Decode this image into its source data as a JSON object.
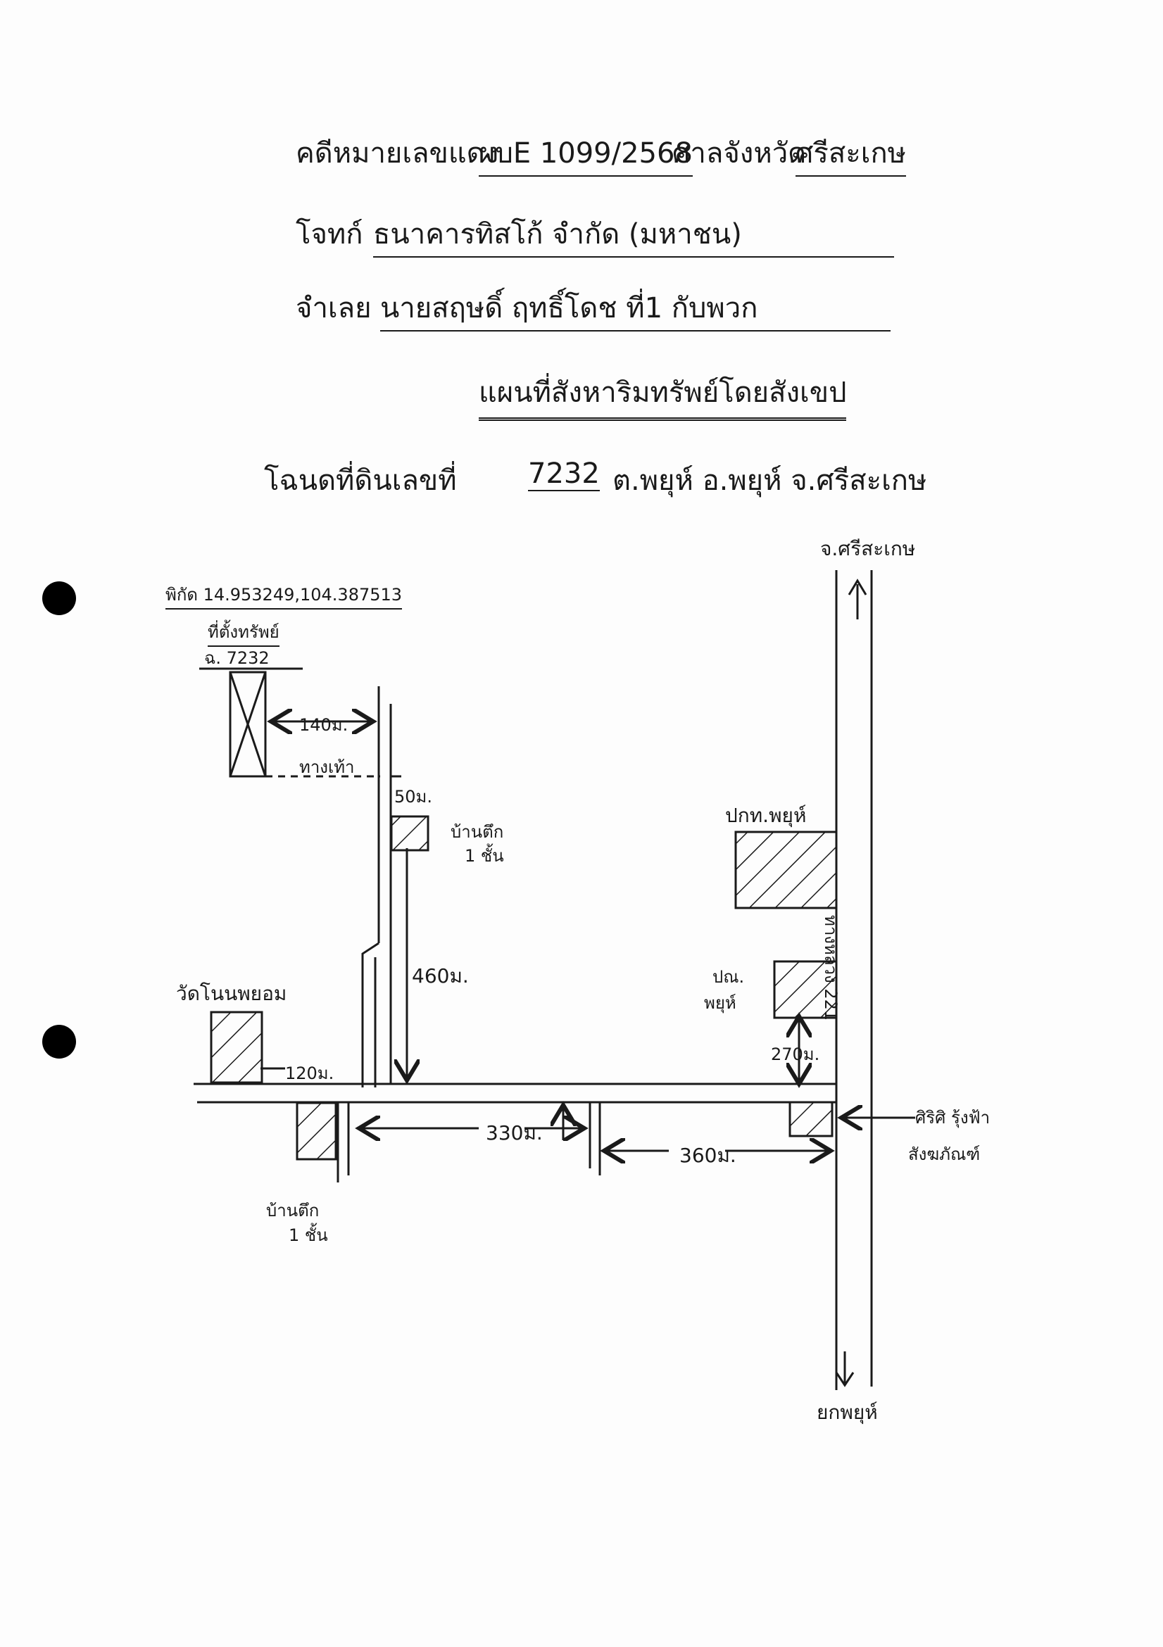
{
  "header": {
    "case_label": "คดีหมายเลขแดง",
    "case_no": "ผบE 1099/2568",
    "court_label": "ศาลจังหวัด",
    "court_name": "ศรีสะเกษ",
    "plaintiff_label": "โจทก์",
    "plaintiff": "ธนาคารทิสโก้ จำกัด (มหาชน)",
    "defendant_label": "จำเลย",
    "defendant": "นายสฤษดิ์ ฤทธิ์โดช ที่1 กับพวก",
    "map_title": "แผนที่สังหาริมทรัพย์โดยสังเขป",
    "deed_label": "โฉนดที่ดินเลขที่",
    "deed_no": "7232",
    "deed_rest": "ต.พยุห์ อ.พยุห์ จ.ศรีสะเกษ"
  },
  "map": {
    "north_label": "จ.ศรีสะเกษ",
    "south_label": "ยกพยุห์",
    "coords": "พิกัด 14.953249,104.387513",
    "property_label_1": "ที่ตั้งทรัพย์",
    "property_label_2": "ฉ. 7232",
    "dist_140": "140ม.",
    "walkway": "ทางเท้า",
    "dist_50": "50ม.",
    "house_right_1": "บ้านตึก",
    "house_right_2": "1 ชั้น",
    "dist_460": "460ม.",
    "temple": "วัดโนนพยอม",
    "dist_120": "120ม.",
    "house_bottom_1": "บ้านตึก",
    "house_bottom_2": "1 ชั้น",
    "dist_330": "330ม.",
    "dist_360": "360ม.",
    "district_office": "ปกท.พยุห์",
    "post_office_1": "ปณ.",
    "post_office_2": "พยุห์",
    "dist_270": "270ม.",
    "highway": "ทางหลวง 221",
    "shop_1": "ศิริศิ รุ้งฟ้า",
    "shop_2": "สังฆภัณฑ์"
  },
  "colors": {
    "ink": "#1a1a1a",
    "paper": "#fdfdfd"
  }
}
